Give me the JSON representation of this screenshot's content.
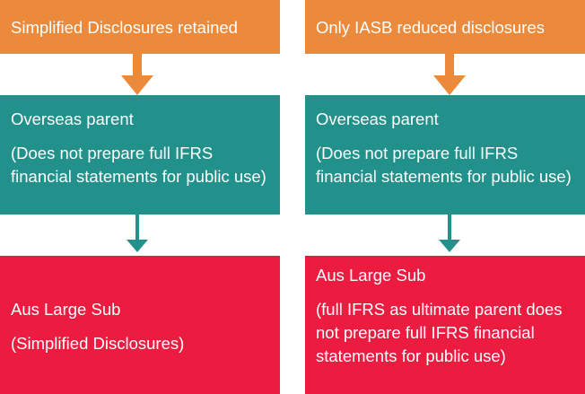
{
  "colors": {
    "orange": "#ec8a3c",
    "teal": "#22908b",
    "red": "#ec1b40",
    "text": "#ffffff"
  },
  "columns": [
    {
      "top": "Simplified Disclosures retained",
      "middle": {
        "title": "Overseas parent",
        "note": "(Does not prepare full IFRS financial statements for public use)"
      },
      "bottom": {
        "title": "Aus Large Sub",
        "note": "(Simplified Disclosures)"
      }
    },
    {
      "top": "Only IASB reduced disclosures",
      "middle": {
        "title": "Overseas parent",
        "note": "(Does not prepare full IFRS financial statements for public use)"
      },
      "bottom": {
        "title": "Aus Large Sub",
        "note": "(full IFRS as ultimate parent does not prepare full IFRS financial statements for public use)"
      }
    }
  ]
}
